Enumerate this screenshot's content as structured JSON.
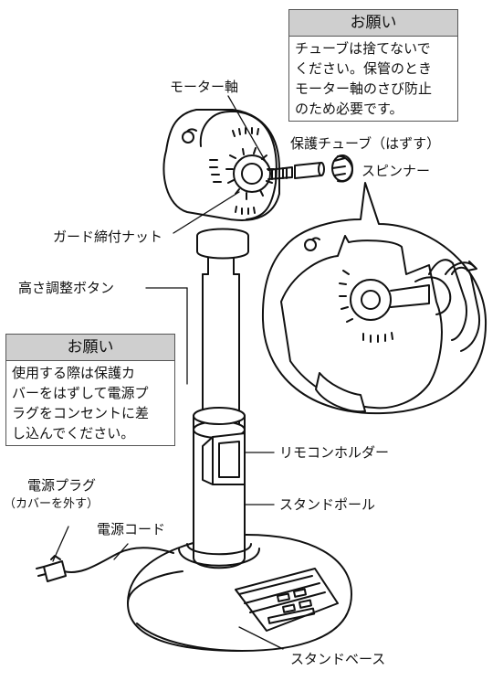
{
  "labels": {
    "motor_shaft": "モーター軸",
    "protective_tube": "保護チューブ（はずす）",
    "spinner": "スピンナー",
    "guard_nut": "ガード締付ナット",
    "height_button": "高さ調整ボタン",
    "remote_holder": "リモコンホルダー",
    "power_plug": "電源プラグ",
    "power_plug_note": "（カバーを外す）",
    "power_cord": "電源コード",
    "stand_pole": "スタンドポール",
    "stand_base": "スタンドベース"
  },
  "notices": [
    {
      "title": "お願い",
      "lines": [
        "チューブは捨てないで",
        "ください。保管のとき",
        "モーター軸のさび防止",
        "のため必要です。"
      ]
    },
    {
      "title": "お願い",
      "lines": [
        "使用する際は保護カ",
        "バーをはずして電源プ",
        "ラグをコンセントに差",
        "し込んでください。"
      ]
    }
  ],
  "colors": {
    "notice_header_bg": "#cfcfcf",
    "line": "#111111"
  }
}
